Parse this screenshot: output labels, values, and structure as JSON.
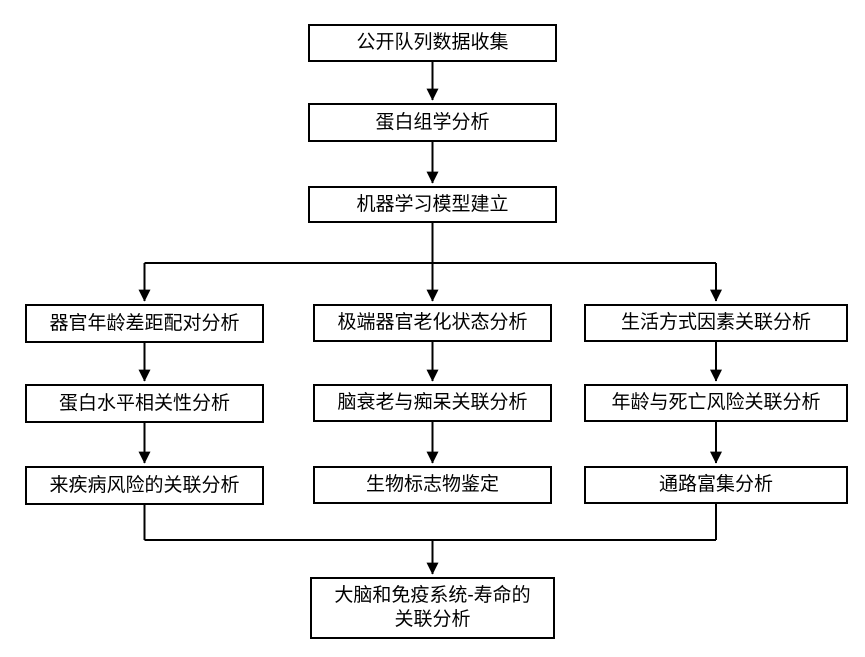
{
  "flowchart": {
    "background_color": "#ffffff",
    "line_color": "#000000",
    "box_border_color": "#000000",
    "box_fill_color": "#ffffff",
    "text_color": "#000000",
    "nodes": [
      {
        "id": "data-collection",
        "label": "公开队列数据收集"
      },
      {
        "id": "proteomics-analysis",
        "label": "蛋白组学分析"
      },
      {
        "id": "ml-model",
        "label": "机器学习模型建立"
      },
      {
        "id": "organ-age-gap",
        "label": "器官年龄差距配对分析"
      },
      {
        "id": "protein-correlation",
        "label": "蛋白水平相关性分析"
      },
      {
        "id": "disease-risk",
        "label": "来疾病风险的关联分析"
      },
      {
        "id": "extreme-organ-aging",
        "label": "极端器官老化状态分析"
      },
      {
        "id": "brain-aging-dementia",
        "label": "脑衰老与痴呆关联分析"
      },
      {
        "id": "biomarker-identification",
        "label": "生物标志物鉴定"
      },
      {
        "id": "lifestyle-factors",
        "label": "生活方式因素关联分析"
      },
      {
        "id": "age-mortality-risk",
        "label": "年龄与死亡风险关联分析"
      },
      {
        "id": "pathway-enrichment",
        "label": "通路富集分析"
      },
      {
        "id": "brain-immune-lifespan",
        "label_line1": "大脑和免疫系统-寿命的",
        "label_line2": "关联分析"
      }
    ],
    "edges": [
      {
        "from": "data-collection",
        "to": "proteomics-analysis"
      },
      {
        "from": "proteomics-analysis",
        "to": "ml-model"
      },
      {
        "from": "ml-model",
        "to": "organ-age-gap"
      },
      {
        "from": "ml-model",
        "to": "extreme-organ-aging"
      },
      {
        "from": "ml-model",
        "to": "lifestyle-factors"
      },
      {
        "from": "organ-age-gap",
        "to": "protein-correlation"
      },
      {
        "from": "protein-correlation",
        "to": "disease-risk"
      },
      {
        "from": "extreme-organ-aging",
        "to": "brain-aging-dementia"
      },
      {
        "from": "brain-aging-dementia",
        "to": "biomarker-identification"
      },
      {
        "from": "lifestyle-factors",
        "to": "age-mortality-risk"
      },
      {
        "from": "age-mortality-risk",
        "to": "pathway-enrichment"
      },
      {
        "from": "disease-risk",
        "to": "brain-immune-lifespan"
      },
      {
        "from": "pathway-enrichment",
        "to": "brain-immune-lifespan"
      }
    ]
  }
}
